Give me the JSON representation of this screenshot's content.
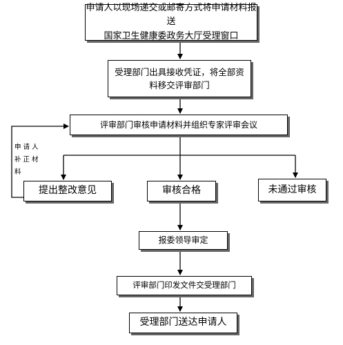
{
  "boxes": {
    "submit": [
      "申请人以现场递交或邮寄方式将申请材料报送",
      "国家卫生健康委政务大厅受理窗口"
    ],
    "accept": [
      "受理部门出具接收凭证，将全部资",
      "料移交评审部门"
    ],
    "review": "评审部门审核申请材料并组织专家评审会议",
    "rectify": "提出整改意见",
    "pass": "审核合格",
    "fail": "未通过审核",
    "leader": "报委领导审定",
    "issue": "评审部门印发文件交受理部门",
    "deliver": "受理部门送达申请人"
  },
  "side_note": [
    "申请人",
    "补正材",
    "料"
  ]
}
